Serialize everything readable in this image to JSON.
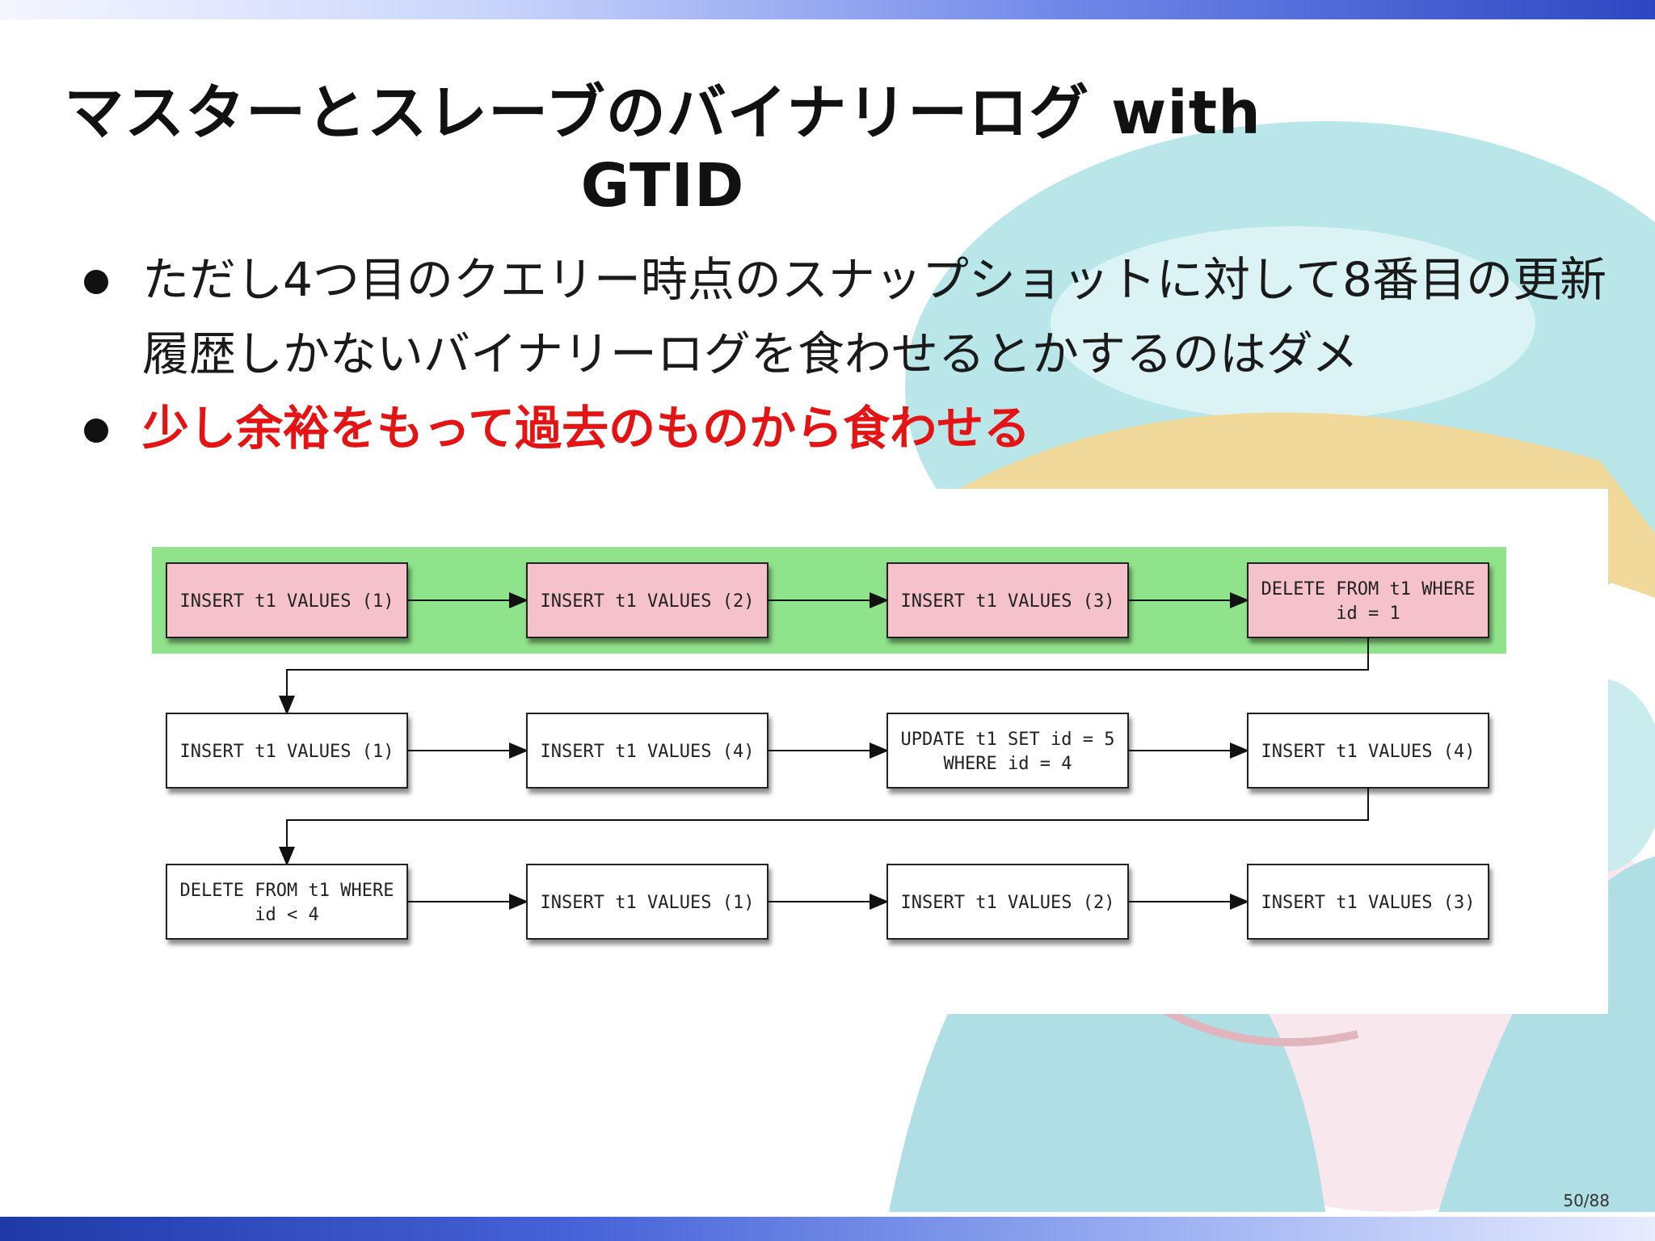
{
  "slide": {
    "title": "マスターとスレーブのバイナリーログ with GTID",
    "bullets": [
      {
        "text": "ただし4つ目のクエリー時点のスナップショットに対して8番目の更新履歴しかないバイナリーログを食わせるとかするのはダメ",
        "style": "normal"
      },
      {
        "text": "少し余裕をもって過去のものから食わせる",
        "style": "emphasis-red"
      }
    ],
    "page_number": "50/88"
  },
  "diagram": {
    "highlight_color": "#8fe38a",
    "highlighted_box_color": "#f5c2cc",
    "rows": [
      {
        "highlighted": true,
        "boxes": [
          {
            "label": "INSERT t1 VALUES (1)"
          },
          {
            "label": "INSERT t1 VALUES (2)"
          },
          {
            "label": "INSERT t1 VALUES (3)"
          },
          {
            "label": "DELETE FROM t1 WHERE\nid = 1"
          }
        ]
      },
      {
        "highlighted": false,
        "boxes": [
          {
            "label": "INSERT t1 VALUES (1)"
          },
          {
            "label": "INSERT t1 VALUES (4)"
          },
          {
            "label": "UPDATE t1 SET id = 5\nWHERE id = 4"
          },
          {
            "label": "INSERT t1 VALUES (4)"
          }
        ]
      },
      {
        "highlighted": false,
        "boxes": [
          {
            "label": "DELETE FROM t1 WHERE\nid < 4"
          },
          {
            "label": "INSERT t1 VALUES (1)"
          },
          {
            "label": "INSERT t1 VALUES (2)"
          },
          {
            "label": "INSERT t1 VALUES (3)"
          }
        ]
      }
    ]
  },
  "colors": {
    "emphasis": "#e41414",
    "bar_dark": "#2d47c2"
  }
}
